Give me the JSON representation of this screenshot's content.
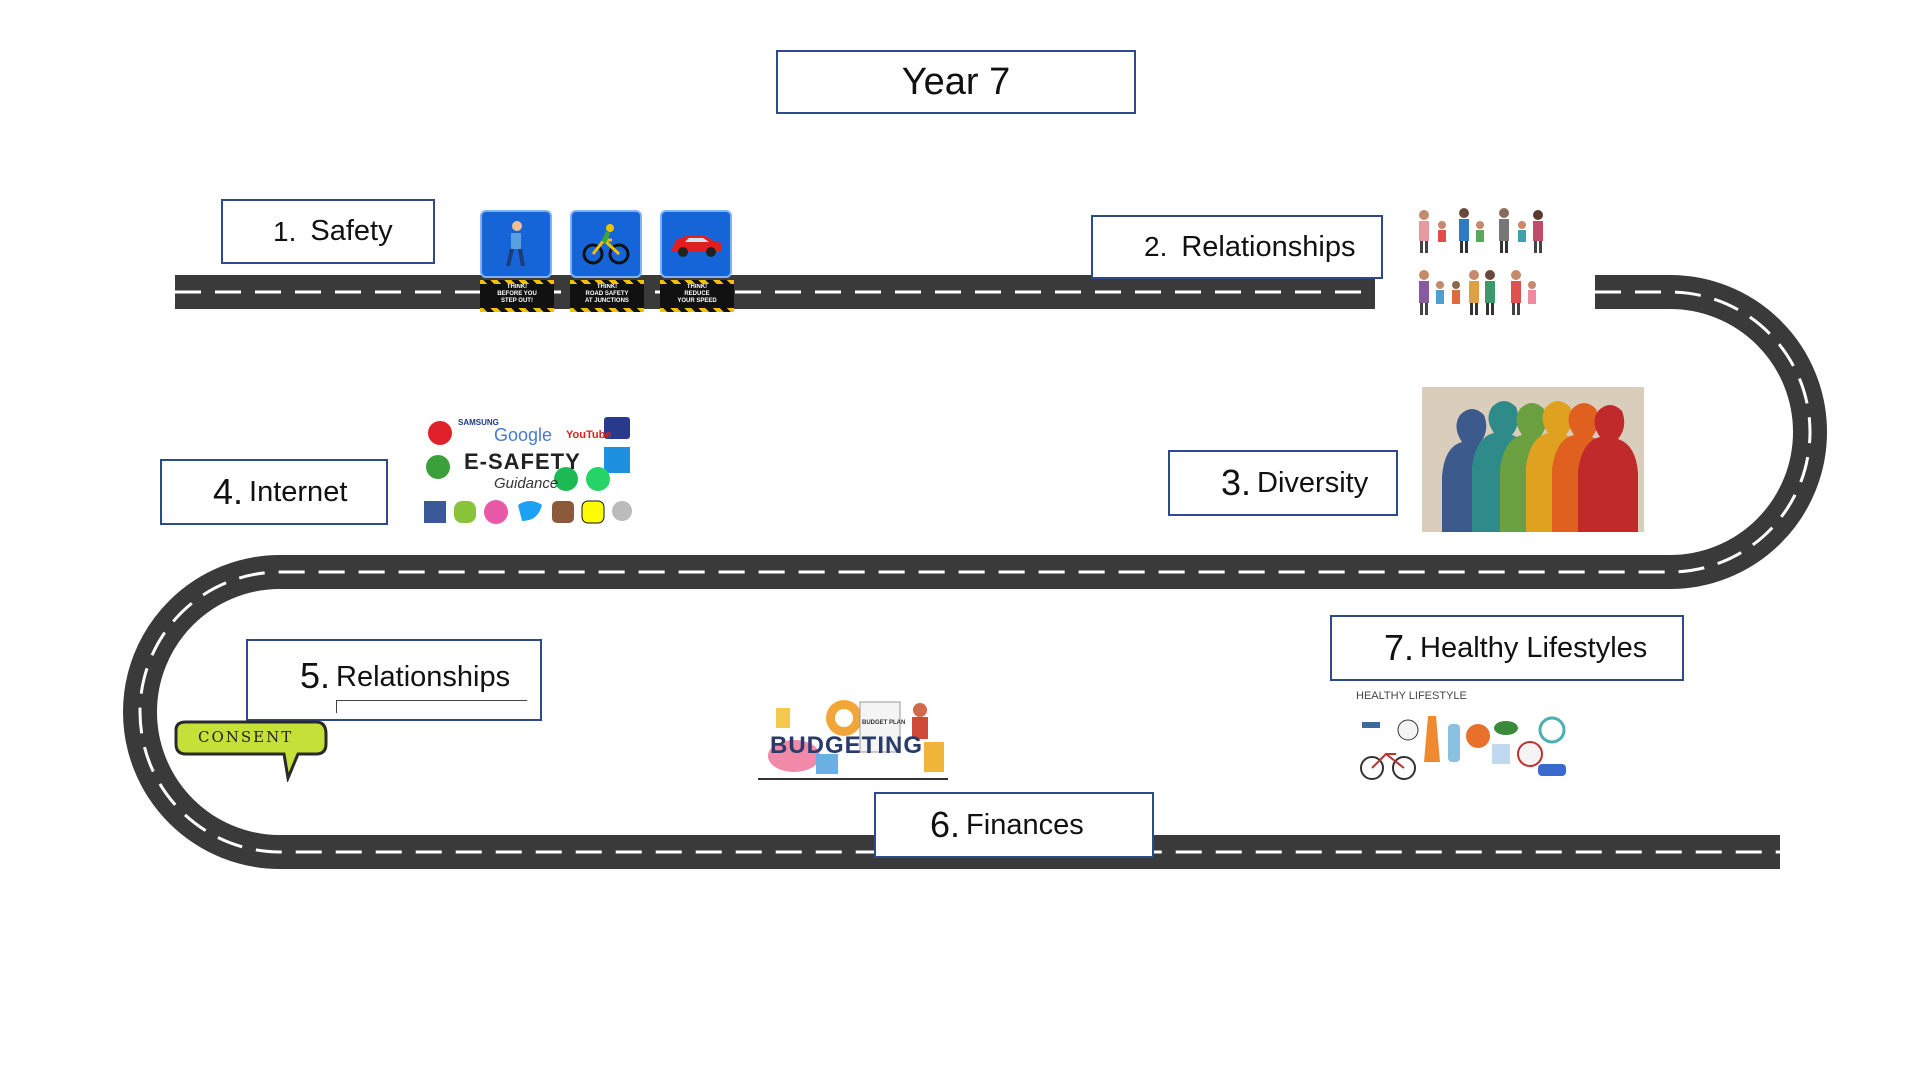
{
  "title": "Year 7",
  "topics": [
    {
      "number": "1.",
      "label": "Safety"
    },
    {
      "number": "2.",
      "label": "Relationships"
    },
    {
      "number": "3.",
      "label": "Diversity"
    },
    {
      "number": "4.",
      "label": "Internet"
    },
    {
      "number": "5.",
      "label": "Relationships"
    },
    {
      "number": "6.",
      "label": "Finances"
    },
    {
      "number": "7.",
      "label": "Healthy Lifestyles"
    }
  ],
  "signs": [
    {
      "icon": "pedestrian-icon",
      "caption": "THINK!\nBEFORE YOU\nSTEP OUT!"
    },
    {
      "icon": "cyclist-icon",
      "caption": "THINK!\nROAD SAFETY\nAT JUNCTIONS"
    },
    {
      "icon": "car-icon",
      "caption": "THINK!\nREDUCE\nYOUR SPEED"
    }
  ],
  "images": {
    "esafety": {
      "heading": "E-SAFETY",
      "subheading": "Guidance",
      "brands": [
        "SAMSUNG",
        "Google",
        "YouTube"
      ]
    },
    "consent": {
      "label": "CONSENT"
    },
    "budgeting": {
      "label": "BUDGETING",
      "tag": "BUDGET PLAN"
    },
    "healthy": {
      "label": "HEALTHY LIFESTYLE"
    }
  },
  "colors": {
    "road": "#3a3a3a",
    "road_dash": "#ffffff",
    "box_border": "#2f4a8a",
    "sign_blue": "#1565d8"
  }
}
